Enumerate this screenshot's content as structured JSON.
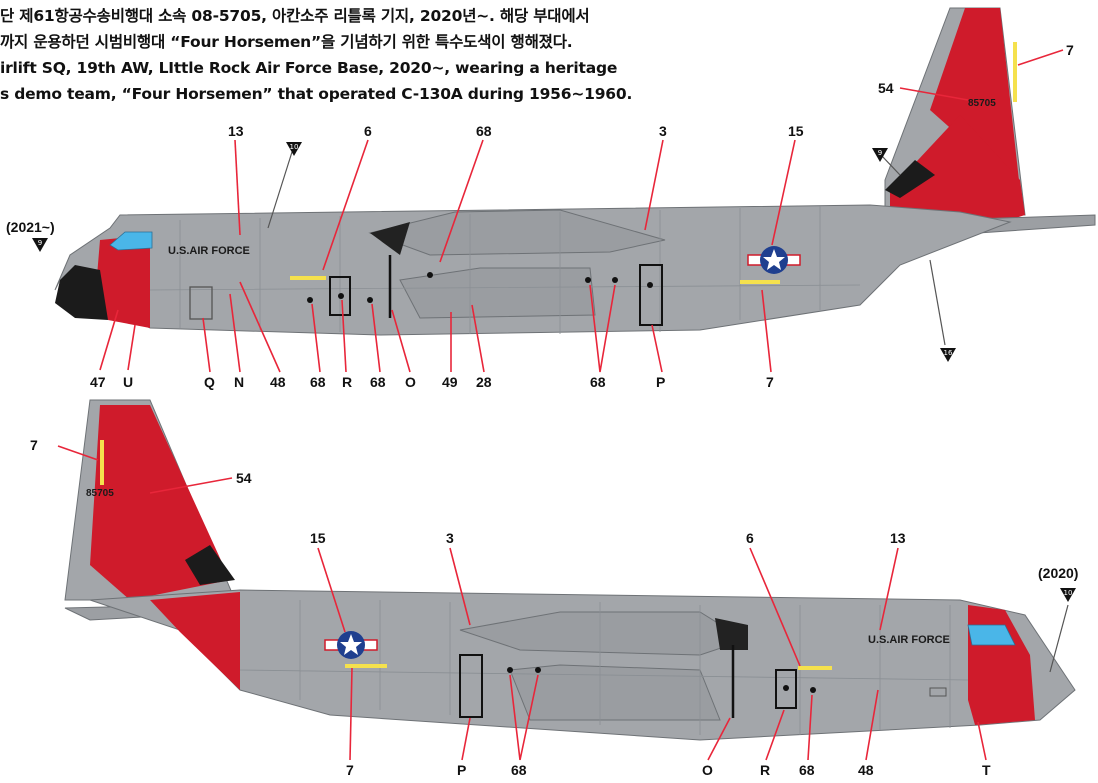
{
  "header": {
    "line1": "단 제61항공수송비행대 소속 08-5705, 아칸소주 리틀록 기지, 2020년~. 해당 부대에서",
    "line2": "까지 운용하던 시범비행대 “Four Horsemen”을 기념하기 위한 특수도색이 행해졌다.",
    "line3": "irlift SQ, 19th AW, LIttle Rock Air Force Base, 2020~, wearing a heritage",
    "line4": "s demo team,  “Four Horsemen” that operated C-130A during 1956~1960."
  },
  "aircraft_top": {
    "marking": "U.S.AIR FORCE",
    "serial": "85705",
    "period": "(2021~)",
    "callouts": [
      "13",
      "10",
      "6",
      "68",
      "3",
      "15",
      "9",
      "54",
      "7",
      "9",
      "16",
      "47",
      "U",
      "Q",
      "N",
      "48",
      "68",
      "R",
      "68",
      "O",
      "49",
      "28",
      "68",
      "P",
      "7"
    ]
  },
  "aircraft_bottom": {
    "marking": "U.S.AIR FORCE",
    "serial": "85705",
    "period": "(2020)",
    "callouts": [
      "7",
      "54",
      "15",
      "3",
      "6",
      "13",
      "10",
      "7",
      "P",
      "68",
      "O",
      "R",
      "68",
      "48",
      "T"
    ]
  },
  "colors": {
    "body_gray": "#a3a6aa",
    "red": "#cf1b2b",
    "radome": "#1b1b1b",
    "cockpit_glass": "#4ab6e8",
    "leader": "#e8263a",
    "stripe_yellow": "#f5e14d",
    "roundel_blue": "#1f3f8f"
  }
}
